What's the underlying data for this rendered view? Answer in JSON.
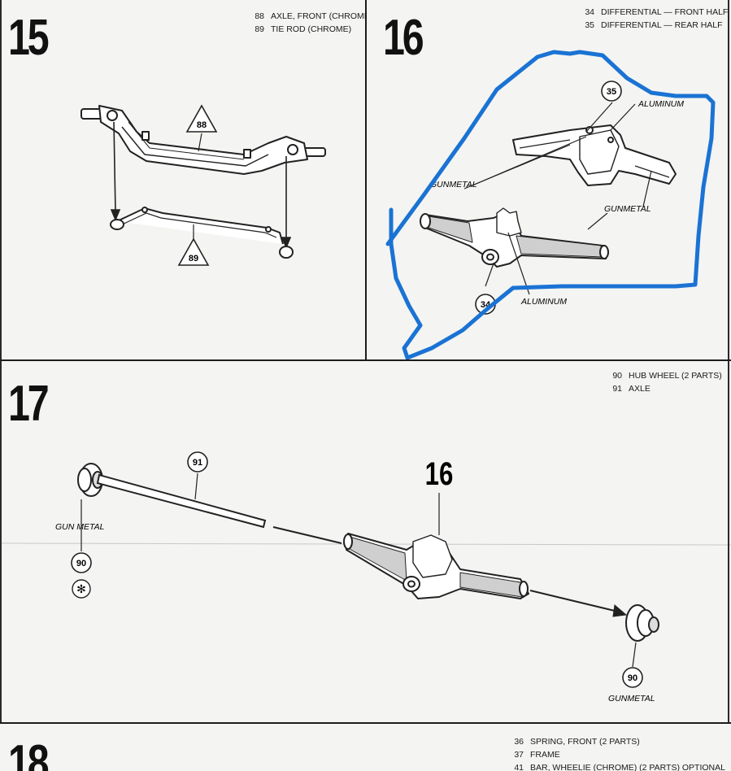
{
  "panels": [
    {
      "step": "15",
      "parts": [
        {
          "num": "88",
          "label": "AXLE, FRONT (CHROME)"
        },
        {
          "num": "89",
          "label": "TIE ROD (CHROME)"
        }
      ],
      "callouts": [
        "88",
        "89"
      ]
    },
    {
      "step": "16",
      "parts": [
        {
          "num": "34",
          "label": "DIFFERENTIAL — FRONT HALF"
        },
        {
          "num": "35",
          "label": "DIFFERENTIAL — REAR HALF"
        }
      ],
      "callouts": [
        "35",
        "34"
      ],
      "material_labels": [
        "ALUMINUM",
        "GUNMETAL",
        "GUNMETAL",
        "ALUMINUM"
      ],
      "highlight_color": "#1a73d4"
    },
    {
      "step": "17",
      "parts": [
        {
          "num": "90",
          "label": "HUB WHEEL (2 PARTS)"
        },
        {
          "num": "91",
          "label": "AXLE"
        }
      ],
      "callouts": [
        "91",
        "90",
        "90"
      ],
      "ref_step": "16",
      "material_labels": [
        "GUN METAL",
        "GUNMETAL"
      ],
      "asterisk": "✻"
    },
    {
      "step": "18",
      "parts": [
        {
          "num": "36",
          "label": "SPRING, FRONT (2 PARTS)"
        },
        {
          "num": "37",
          "label": "FRAME"
        },
        {
          "num": "41",
          "label": "BAR, WHEELIE (CHROME) (2 PARTS) OPTIONAL"
        }
      ]
    }
  ]
}
